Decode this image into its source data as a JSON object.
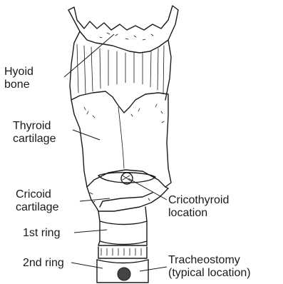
{
  "labels": {
    "hyoid": "Hyoid\nbone",
    "thyroid": "Thyroid\ncartilage",
    "cricoid": "Cricoid\ncartilage",
    "ring1": "1st ring",
    "ring2": "2nd ring",
    "cricothyroid": "Cricothyroid\nlocation",
    "tracheostomy": "Tracheostomy\n(typical location)"
  },
  "colors": {
    "ink": "#1a1a1a",
    "background": "#ffffff"
  }
}
